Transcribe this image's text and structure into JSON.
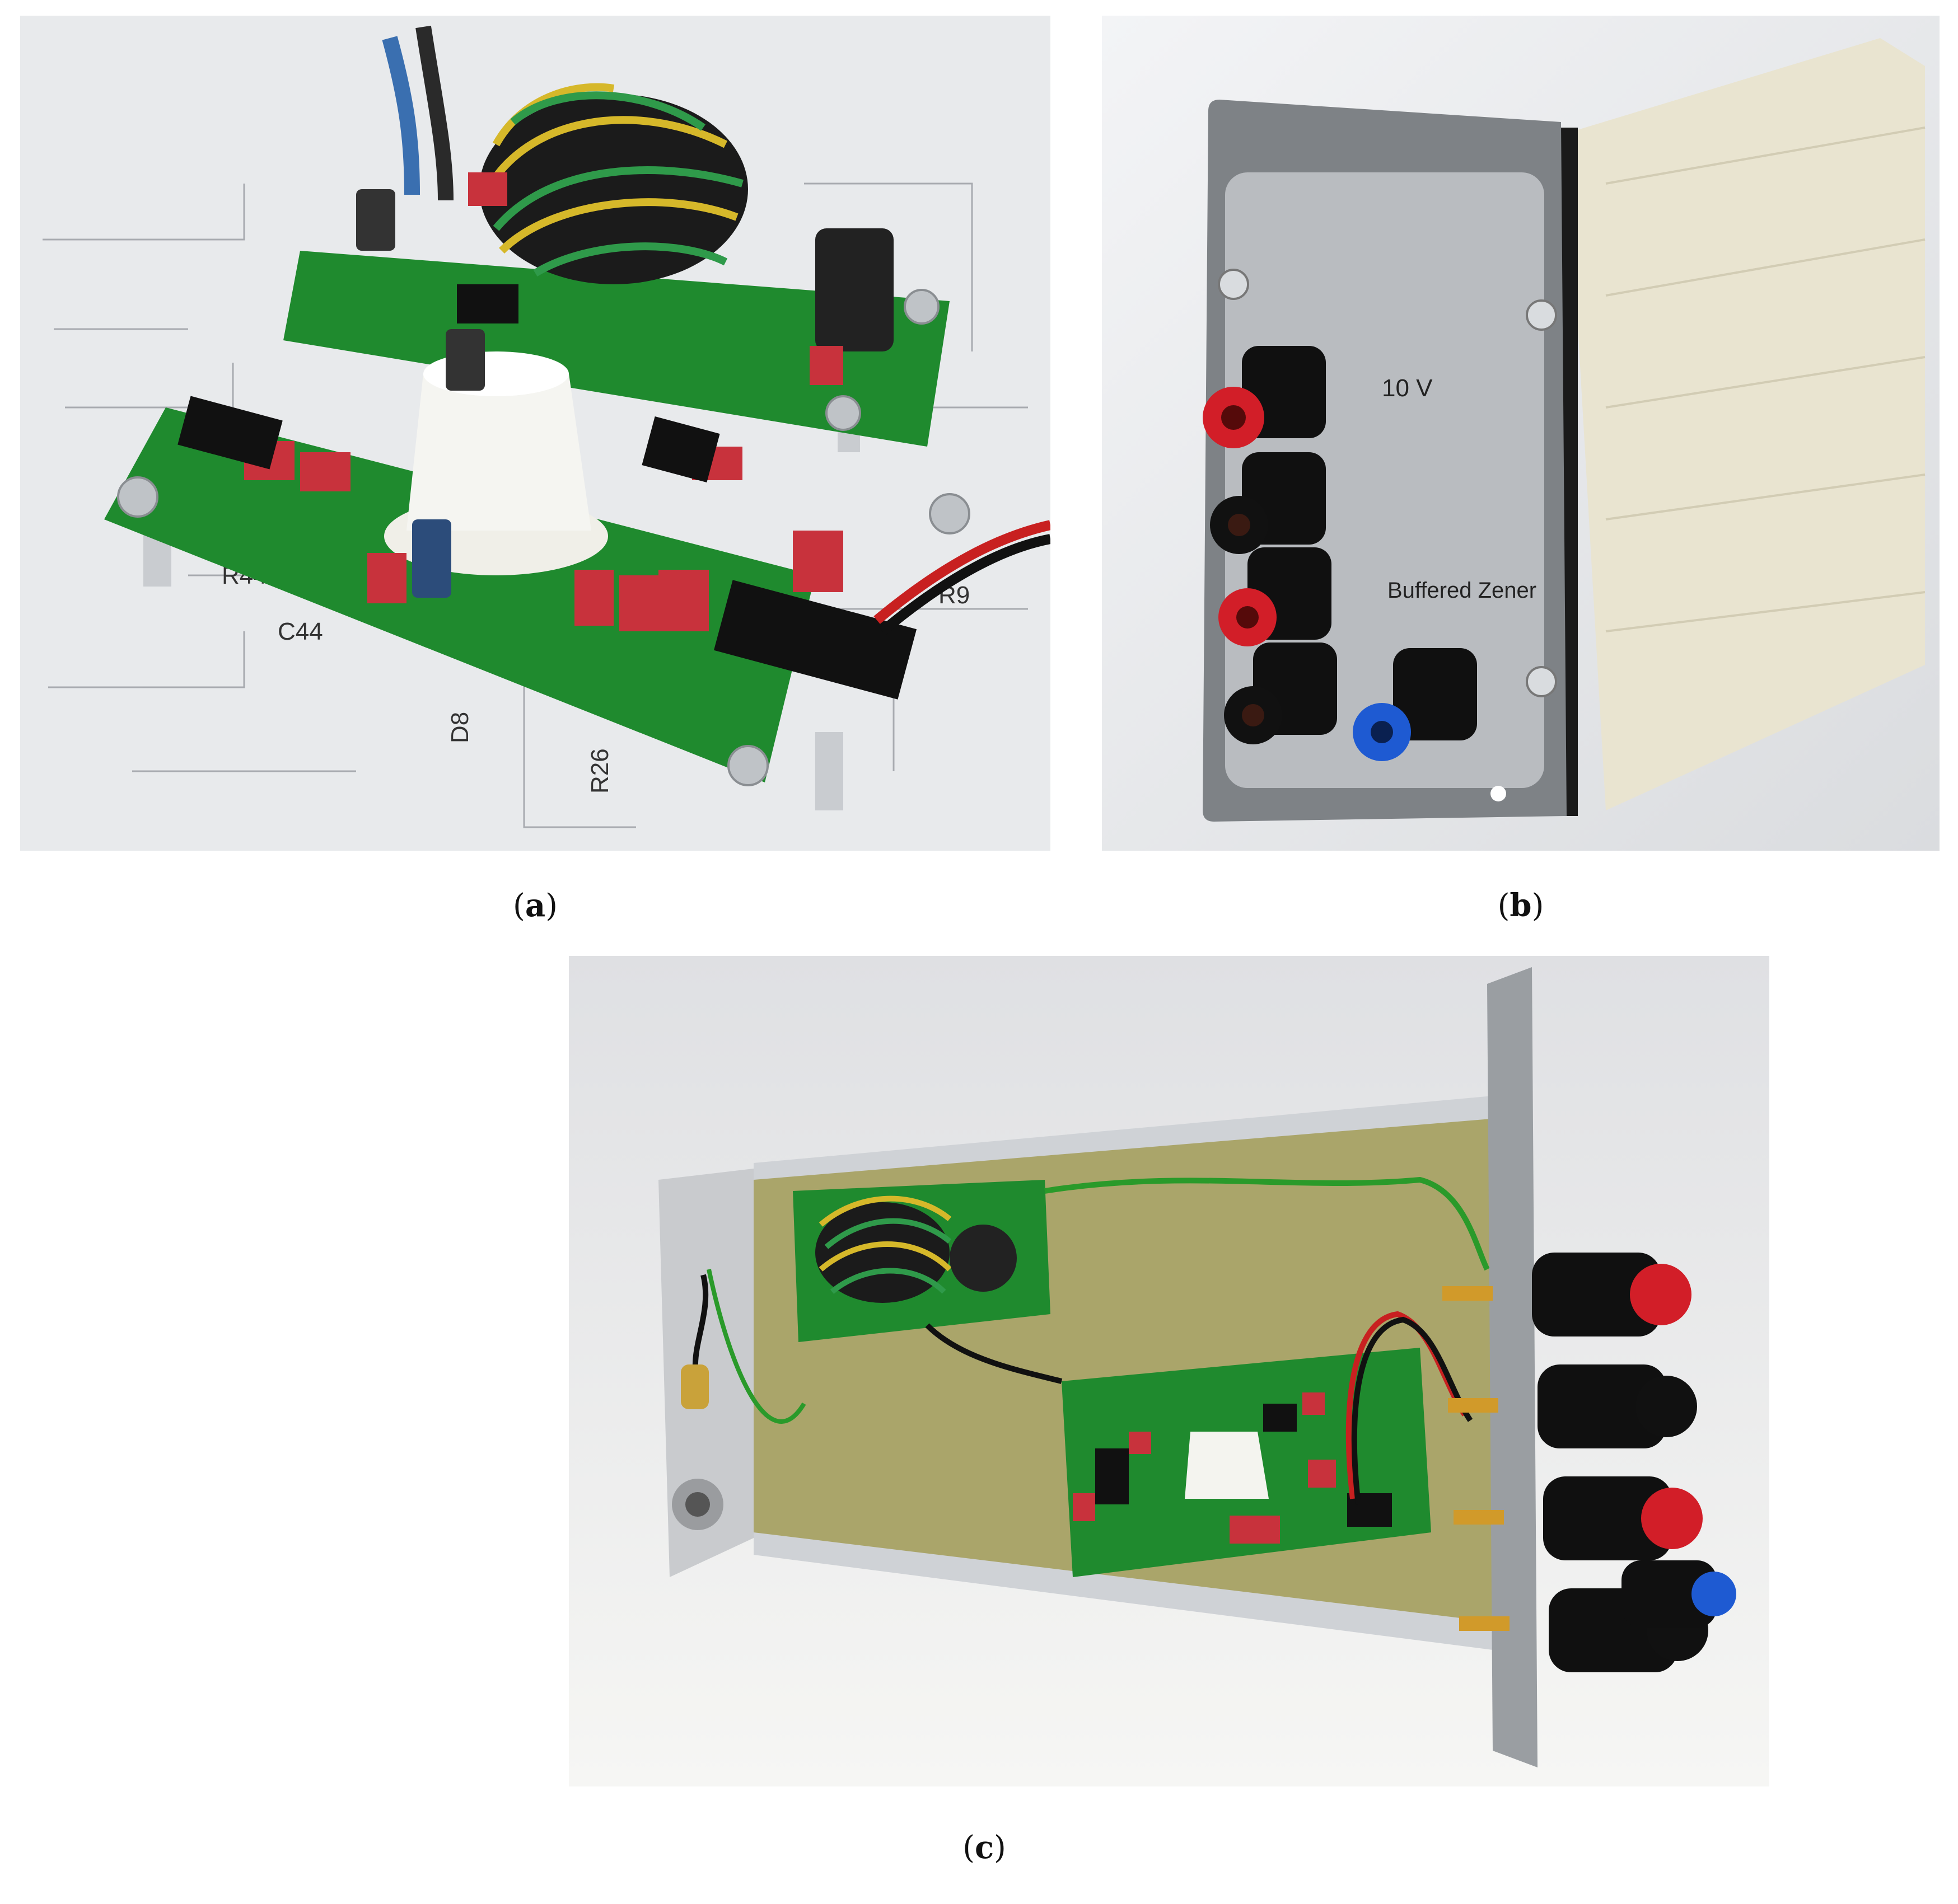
{
  "figure": {
    "panels": [
      {
        "id": "a",
        "caption_open": "(",
        "caption_letter": "a",
        "caption_close": ")",
        "board_labels": [
          "R44",
          "C44",
          "R9",
          "D8",
          "R26"
        ]
      },
      {
        "id": "b",
        "caption_open": "(",
        "caption_letter": "b",
        "caption_close": ")",
        "front_panel": {
          "label_top": "10 V",
          "label_bottom": "Buffered Zener"
        }
      },
      {
        "id": "c",
        "caption_open": "(",
        "caption_letter": "c",
        "caption_close": ")"
      }
    ]
  },
  "colors": {
    "pcb_green": "#1f8a2e",
    "capacitor_red": "#c8323c",
    "enclosure_beige": "#e9e4d0",
    "panel_grey": "#8e9296",
    "terminal_red": "#d21e28",
    "terminal_blue": "#1e5ad2"
  }
}
